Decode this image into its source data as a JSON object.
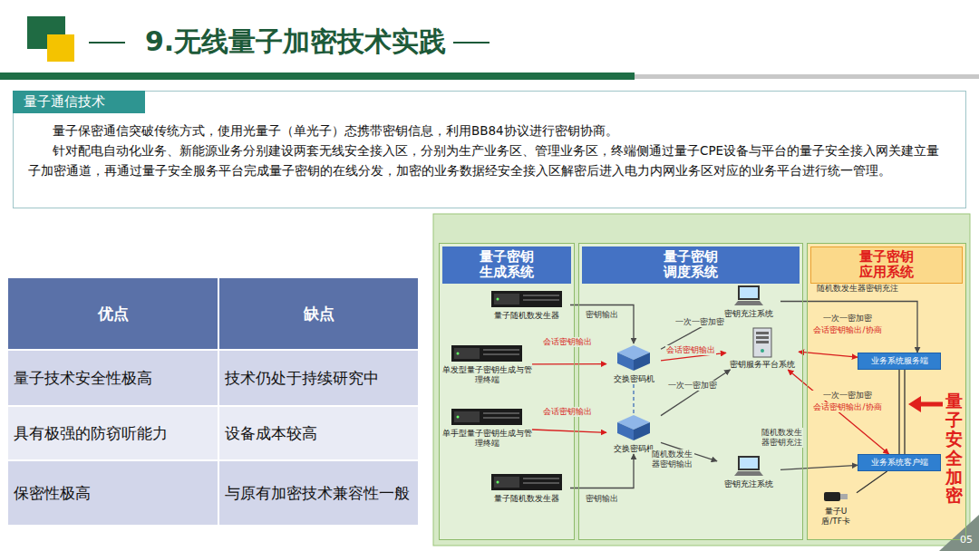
{
  "diagram": {
    "title": "9.无线量子加密技术实践",
    "nodes": [
      {
        "text": [
          "量子通信技术",
          "量子保密通信突破传统方式，使用光量子（单光子）态携带密钥信息，利用BB84协议进行密钥协商。",
          "针对配电自动化业务、新能源业务分别建设两套无线安全接入区，分别为生产业务区、管理业务区，终端侧通过量子CPE设备与平台的量子安全接入网关建立量子加密通道，再通过量子安全服务平台完成量子密钥的在线分发，加密的业务数据经安全接入区解密后进入电力内网业务区对应的业务平台进行统一管理。"
        ]
      },
      {
        "text": [
          "量子密钥 生成系统"
        ]
      },
      {
        "text": [
          "量子密钥 调度系统"
        ]
      },
      {
        "text": [
          "量子密钥 应用系统"
        ]
      },
      {
        "text": [
          "量子随机数发生器"
        ],
        "in": 1
      },
      {
        "text": [
          "单发型量子密钥生成与管理终端"
        ],
        "in": 1
      },
      {
        "text": [
          "单手型量子密钥生成与管理终端"
        ],
        "in": 1
      },
      {
        "text": [
          "量子随机数发生器"
        ],
        "in": 1
      },
      {
        "text": [
          "交换密码机"
        ],
        "in": 2
      },
      {
        "text": [
          "交换密码机"
        ],
        "in": 2
      },
      {
        "text": [
          "密钥充注系统"
        ],
        "in": 2
      },
      {
        "text": [
          "密钥服务平台系统"
        ],
        "in": 2
      },
      {
        "text": [
          "密钥充注系统"
        ],
        "in": 2
      },
      {
        "text": [
          "业务系统服务端"
        ],
        "in": 3
      },
      {
        "text": [
          "业务系统客户端"
        ],
        "in": 3
      },
      {
        "text": [
          "量子U盾/TF卡"
        ],
        "in": 3
      }
    ],
    "edges": [
      {
        "from": 4,
        "to": 8,
        "arrow": "to",
        "label": "密钥输出"
      },
      {
        "from": 5,
        "to": 8,
        "arrow": "to",
        "label": "会话密钥输出"
      },
      {
        "from": 6,
        "to": 9,
        "arrow": "to",
        "label": "会话密钥输出"
      },
      {
        "from": 7,
        "to": 9,
        "arrow": "to",
        "label": "密钥输出"
      },
      {
        "from": 8,
        "to": 9,
        "arrow": "none"
      },
      {
        "from": 8,
        "to": 10,
        "arrow": "to",
        "label": "一次一密加密"
      },
      {
        "from": 8,
        "to": 11,
        "arrow": "to",
        "label": "会话密钥输出"
      },
      {
        "from": 9,
        "to": 11,
        "arrow": "to",
        "label": "一次一密加密"
      },
      {
        "from": 9,
        "to": 12,
        "arrow": "to",
        "label": "随机数发生器密钥输出"
      },
      {
        "from": 11,
        "to": 13,
        "arrow": "both",
        "label": "会话密钥输出/协商"
      },
      {
        "from": 11,
        "to": 14,
        "arrow": "both",
        "label": "会话密钥输出/协商"
      },
      {
        "from": 10,
        "to": 13,
        "arrow": "to",
        "label": "随机数发生器密钥充注"
      },
      {
        "from": 12,
        "to": 14,
        "arrow": "to",
        "label": "随机数发生器密钥充注"
      },
      {
        "from": 13,
        "to": 14,
        "arrow": "none"
      },
      {
        "from": 15,
        "to": 14,
        "arrow": "none"
      }
    ],
    "labels": [
      "优点",
      "缺点",
      "量子技术安全性极高",
      "技术仍处于持续研究中",
      "具有极强的防窃听能力",
      "设备成本较高",
      "保密性极高",
      "与原有加密技术兼容性一般",
      "一次一密加密",
      "一次一密加密",
      "量子安全加密",
      "05"
    ]
  }
}
